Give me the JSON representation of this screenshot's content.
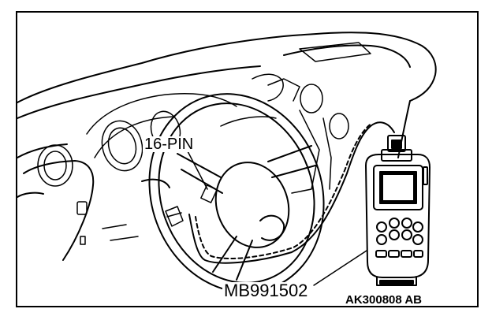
{
  "labels": {
    "connector": "16-PIN",
    "tool": "MB991502",
    "figure_code": "AK300808 AB"
  }
}
